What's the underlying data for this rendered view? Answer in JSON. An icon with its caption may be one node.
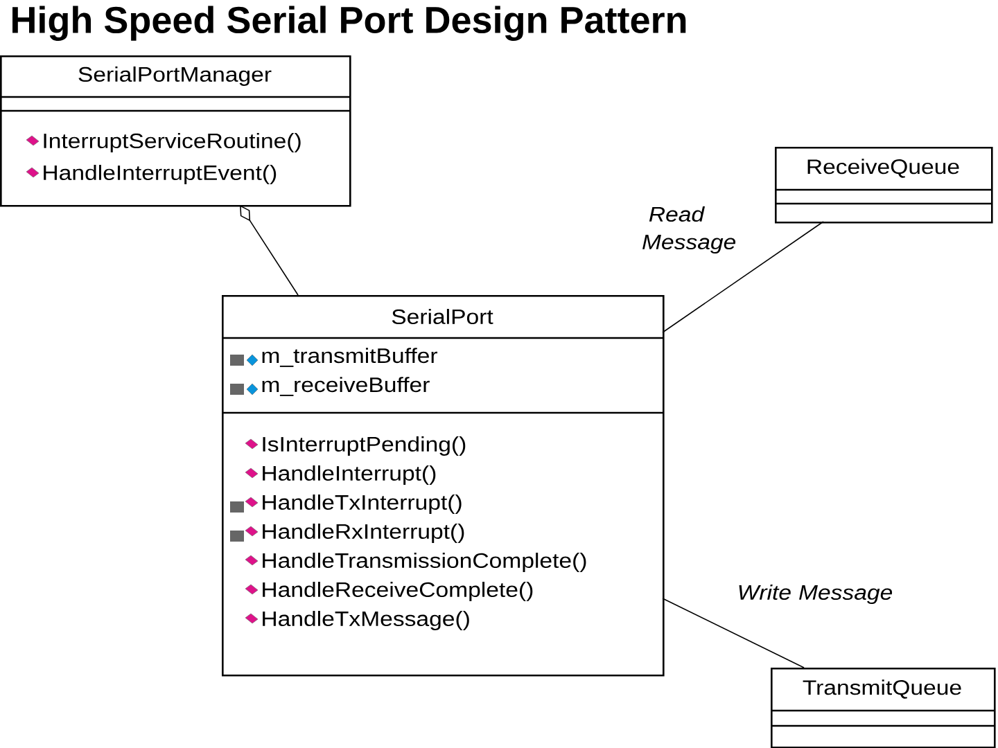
{
  "diagram": {
    "title": "High Speed Serial Port Design Pattern",
    "nodes": [
      {
        "text": [
          "SerialPortManager",
          "InterruptServiceRoutine()",
          "HandleInterruptEvent()"
        ]
      },
      {
        "text": [
          "SerialPort",
          "m_transmitBuffer",
          "m_receiveBuffer",
          "IsInterruptPending()",
          "HandleInterrupt()",
          "HandleTxInterrupt()",
          "HandleRxInterrupt()",
          "HandleTransmissionComplete()",
          "HandleReceiveComplete()",
          "HandleTxMessage()"
        ]
      },
      {
        "text": [
          "ReceiveQueue"
        ]
      },
      {
        "text": [
          "TransmitQueue"
        ]
      }
    ],
    "edges": [
      {
        "from": 0,
        "to": 1,
        "arrow": "other"
      },
      {
        "from": 1,
        "to": 2,
        "arrow": "none",
        "label": "Read Message"
      },
      {
        "from": 1,
        "to": 3,
        "arrow": "none",
        "label": "Write Message"
      }
    ]
  }
}
